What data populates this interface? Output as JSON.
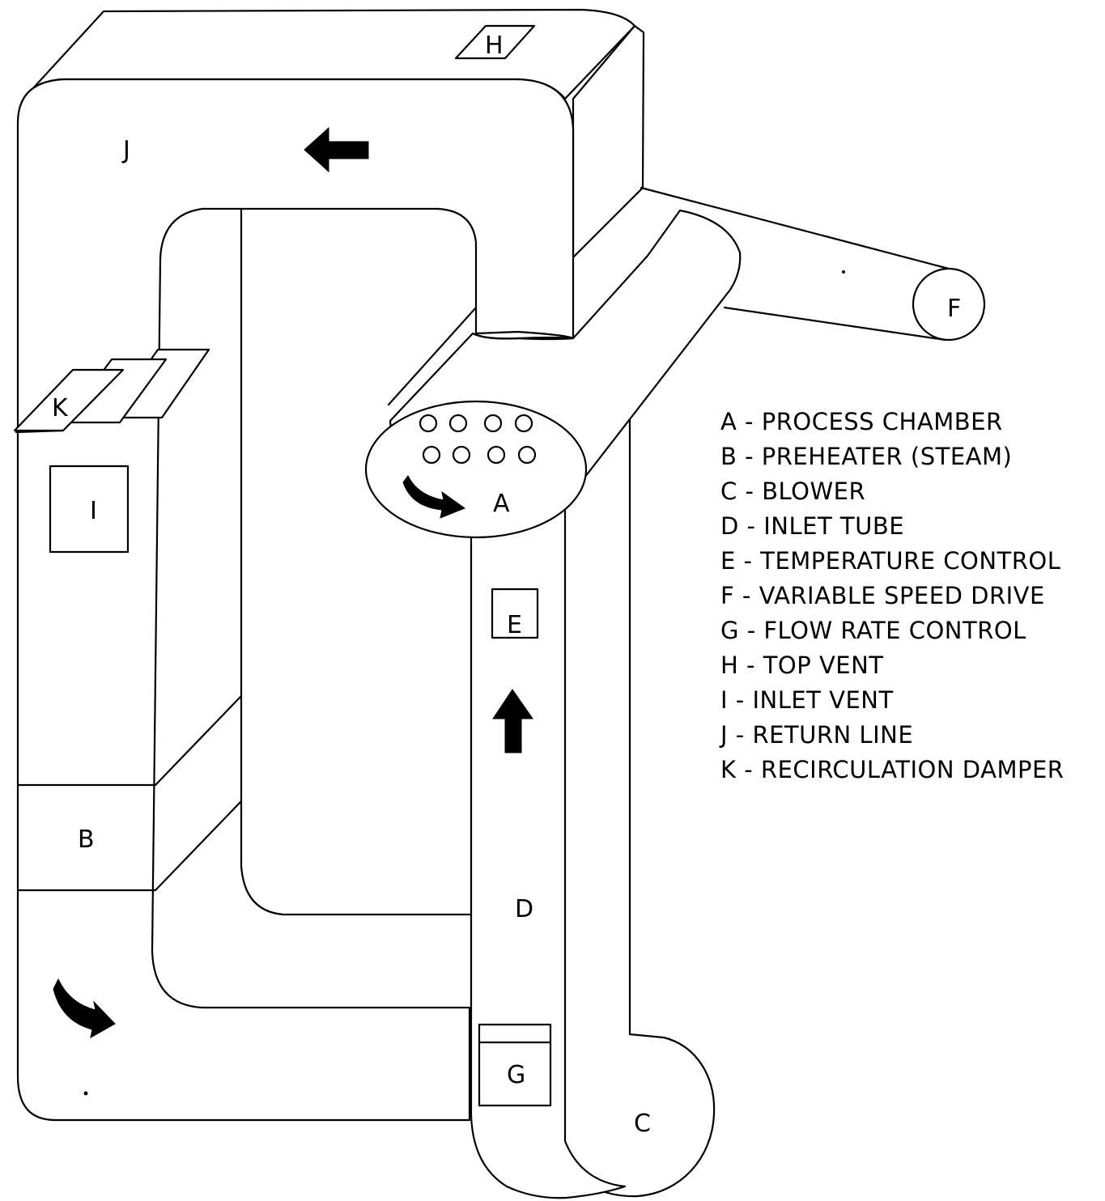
{
  "diagram": {
    "labels": {
      "a": "A",
      "b": "B",
      "c": "C",
      "d": "D",
      "e": "E",
      "f": "F",
      "g": "G",
      "h": "H",
      "i": "I",
      "j": "J",
      "k": "K"
    },
    "legend": [
      "A - PROCESS CHAMBER",
      "B - PREHEATER (STEAM)",
      "C - BLOWER",
      "D - INLET TUBE",
      "E - TEMPERATURE CONTROL",
      "F - VARIABLE SPEED DRIVE",
      "G - FLOW RATE CONTROL",
      "H - TOP VENT",
      "I  - INLET VENT",
      "J - RETURN LINE",
      "K - RECIRCULATION DAMPER"
    ]
  }
}
